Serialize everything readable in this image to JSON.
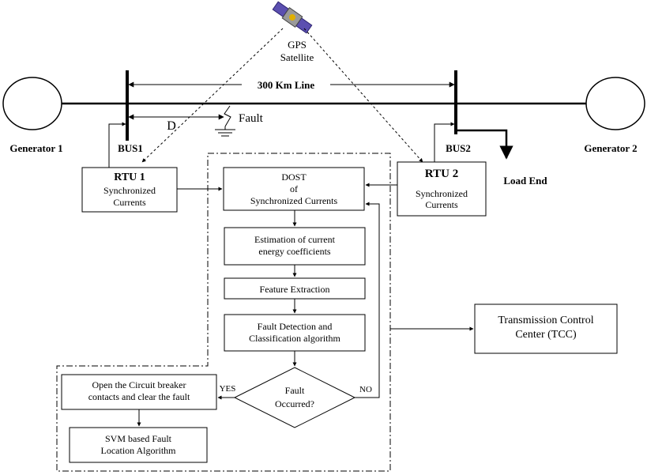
{
  "satellite": {
    "line1": "GPS",
    "line2": "Satellite",
    "icon": "satellite-icon"
  },
  "line": {
    "label": "300 Km Line",
    "distance_label": "D",
    "fault_label": "Fault"
  },
  "generators": {
    "left": "Generator 1",
    "right": "Generator 2"
  },
  "buses": {
    "left": "BUS1",
    "right": "BUS2"
  },
  "load": {
    "label": "Load End"
  },
  "rtu1": {
    "title": "RTU 1",
    "line1": "Synchronized",
    "line2": "Currents"
  },
  "rtu2": {
    "title": "RTU 2",
    "line1": "Synchronized",
    "line2": "Currents"
  },
  "flow": {
    "dost": {
      "line1": "DOST",
      "line2": "of",
      "line3": "Synchronized Currents"
    },
    "energy": {
      "line1": "Estimation of current",
      "line2": "energy coefficients"
    },
    "feature": {
      "line1": "Feature Extraction"
    },
    "detect": {
      "line1": "Fault Detection and",
      "line2": "Classification algorithm"
    },
    "decision": {
      "line1": "Fault",
      "line2": "Occurred?"
    },
    "yes_label": "YES",
    "no_label": "NO",
    "breaker": {
      "line1": "Open the Circuit breaker",
      "line2": "contacts and clear the fault"
    },
    "svm": {
      "line1": "SVM based Fault",
      "line2": "Location Algorithm"
    }
  },
  "tcc": {
    "line1": "Transmission Control",
    "line2": "Center (TCC)"
  }
}
